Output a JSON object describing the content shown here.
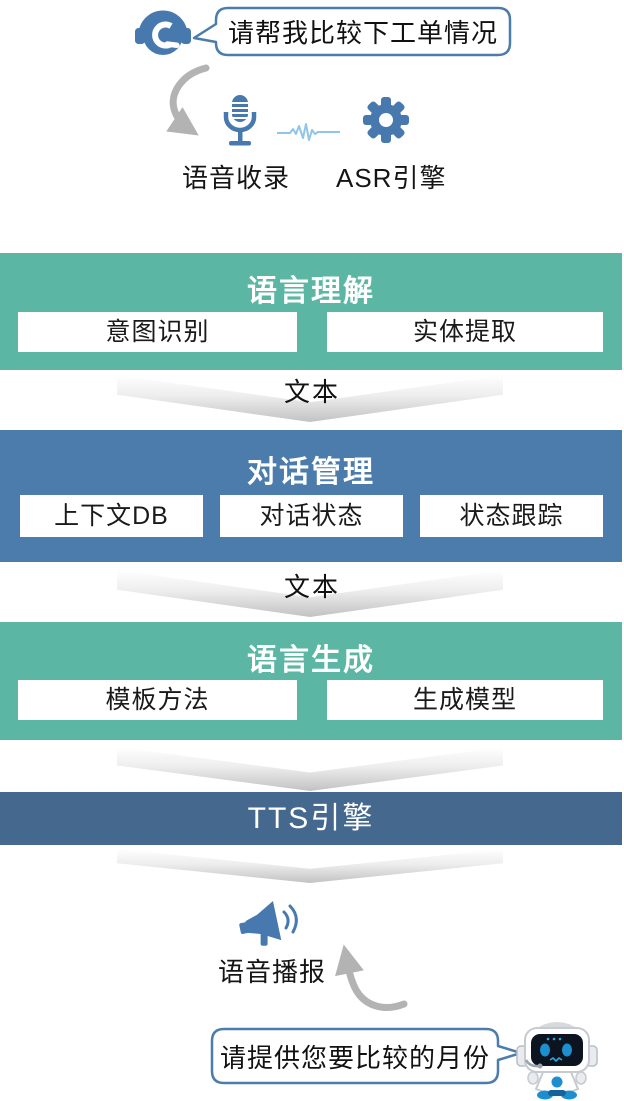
{
  "palette": {
    "teal": "#5CB6A4",
    "blue": "#4C7CAB",
    "tts_blue": "#45688F",
    "icon_blue": "#4779AE",
    "waveform_blue": "#90C5E8",
    "arrow_gray": "#B3B3B3",
    "bubble_border": "#4C7CAB"
  },
  "user_bubble": {
    "text": "请帮我比较下工单情况"
  },
  "input_stage": {
    "mic_label": "语音收录",
    "asr_label": "ASR引擎"
  },
  "sections": [
    {
      "title": "语言理解",
      "boxes": [
        "意图识别",
        "实体提取"
      ]
    },
    {
      "title": "对话管理",
      "boxes": [
        "上下文DB",
        "对话状态",
        "状态跟踪"
      ]
    },
    {
      "title": "语言生成",
      "boxes": [
        "模板方法",
        "生成模型"
      ]
    },
    {
      "title": "TTS引擎",
      "boxes": []
    }
  ],
  "connectors": [
    {
      "label": "文本"
    },
    {
      "label": "文本"
    },
    {
      "label": ""
    },
    {
      "label": ""
    }
  ],
  "output_stage": {
    "label": "语音播报"
  },
  "bot_bubble": {
    "text": "请提供您要比较的月份"
  },
  "icons": {
    "headset": "headset-icon",
    "microphone": "microphone-icon",
    "waveform": "waveform-icon",
    "gear": "gear-icon",
    "megaphone": "megaphone-icon",
    "robot": "robot-icon"
  }
}
